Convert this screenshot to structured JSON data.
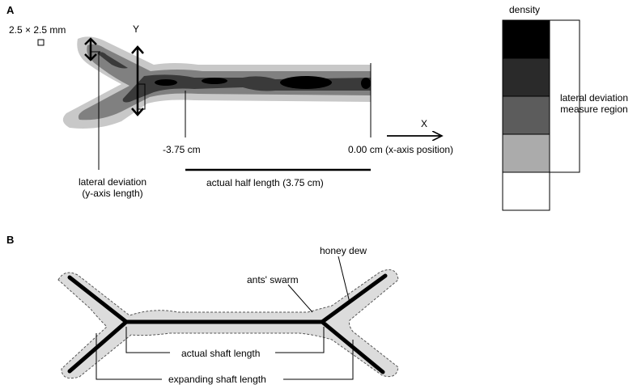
{
  "panel_a": {
    "label": "A",
    "scale_label": "2.5 × 2.5 mm",
    "y_axis_label": "Y",
    "x_axis_label": "X",
    "neg_position": "-3.75 cm",
    "zero_position": "0.00 cm (x-axis position)",
    "lateral_deviation_line1": "lateral deviation",
    "lateral_deviation_line2": "(y-axis length)",
    "half_length": "actual half length (3.75 cm)",
    "density_title": "density",
    "density_levels": [
      "#000000",
      "#2a2a2a",
      "#5c5c5c",
      "#ababab",
      "#ffffff"
    ],
    "measure_region_line1": "lateral deviation",
    "measure_region_line2": "measure region"
  },
  "panel_b": {
    "label": "B",
    "honey_dew": "honey dew",
    "ants_swarm": "ants' swarm",
    "actual_shaft": "actual shaft length",
    "expanding_shaft": "expanding shaft length"
  }
}
